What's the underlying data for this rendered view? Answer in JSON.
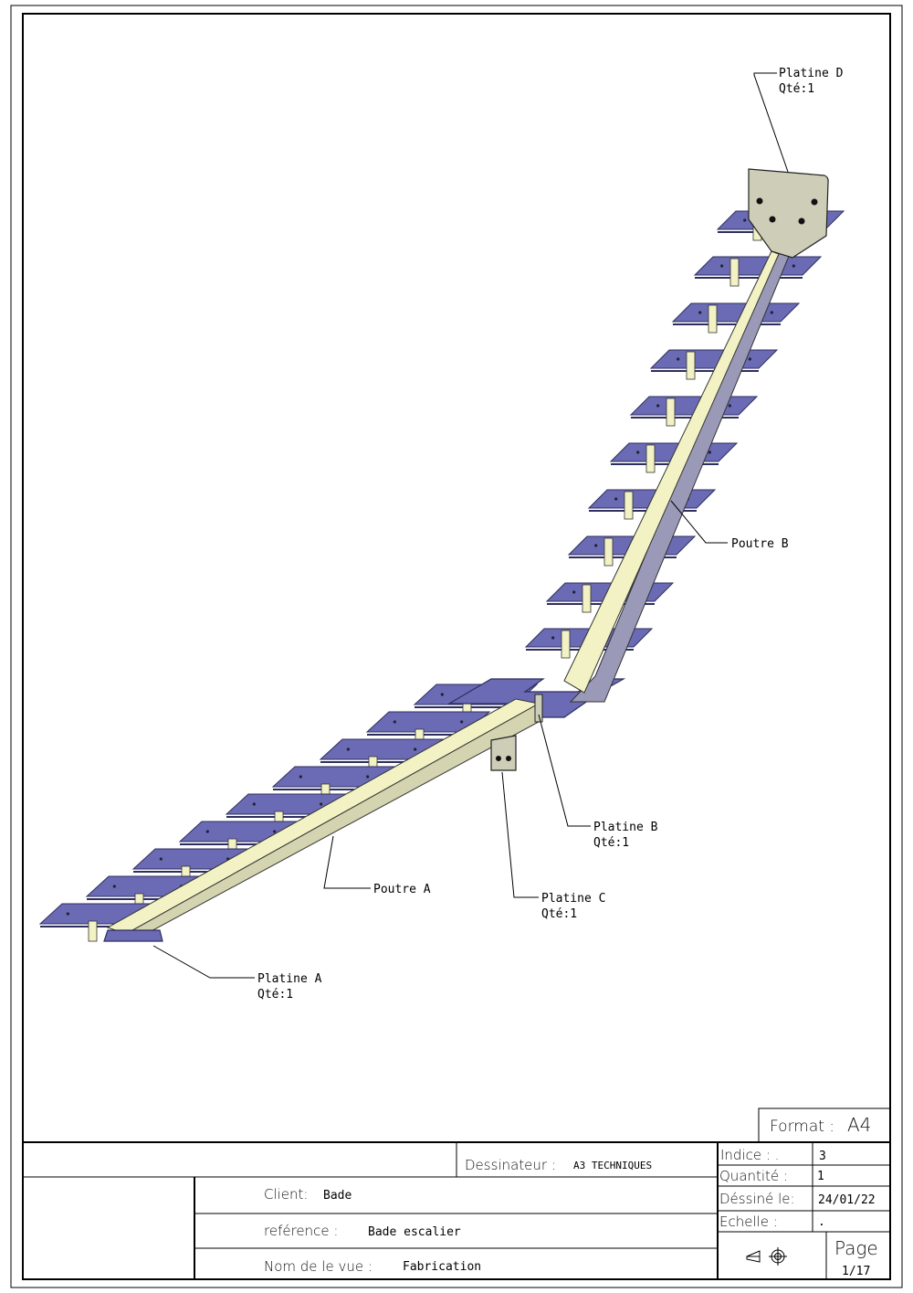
{
  "callouts": {
    "platine_d": {
      "name": "Platine D",
      "qty": "Qté:1"
    },
    "poutre_b": {
      "name": "Poutre B"
    },
    "platine_b": {
      "name": "Platine B",
      "qty": "Qté:1"
    },
    "platine_c": {
      "name": "Platine C",
      "qty": "Qté:1"
    },
    "poutre_a": {
      "name": "Poutre A"
    },
    "platine_a": {
      "name": "Platine A",
      "qty": "Qté:1"
    }
  },
  "title_block": {
    "format_label": "Format :",
    "format_value": "A4",
    "dessinateur_label": "Dessinateur :",
    "dessinateur_value": "A3 TECHNIQUES",
    "client_label": "Client:",
    "client_value": "Bade",
    "reference_label": "reférence :",
    "reference_value": "Bade escalier",
    "vue_label": "Nom de le vue :",
    "vue_value": "Fabrication",
    "indice_label": "Indice : .",
    "indice_value": "3",
    "quantite_label": "Quantité :",
    "quantite_value": "1",
    "dessine_label": "Déssiné le:",
    "dessine_value": "24/01/22",
    "echelle_label": "Echelle :",
    "echelle_value": ".",
    "page_label": "Page",
    "page_value": "1/17"
  },
  "colors": {
    "tread": "#6b6bb5",
    "tread_edge": "#2e2e5e",
    "beam_top": "#f2f2c4",
    "beam_side": "#c8c8a0",
    "plate": "#cdcdb8"
  },
  "icons": {
    "projection_symbol": "first-angle-projection-icon"
  }
}
